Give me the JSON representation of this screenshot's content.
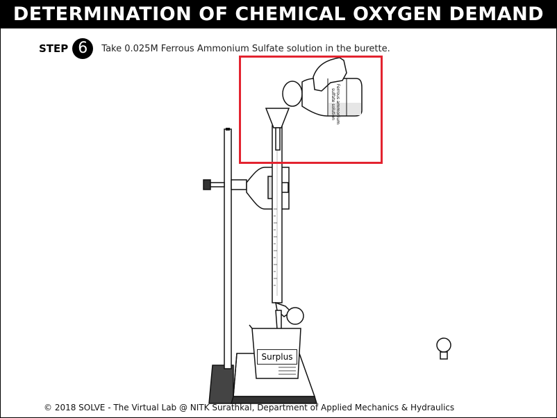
{
  "header": {
    "title": "DETERMINATION OF CHEMICAL OXYGEN DEMAND"
  },
  "step": {
    "label": "STEP",
    "number": "6",
    "instruction": "Take 0.025M Ferrous Ammonium Sulfate solution in the burette."
  },
  "bottle": {
    "label": "Ferrous ammonium sulfate solution"
  },
  "beaker": {
    "label": "Surplus"
  },
  "footer": {
    "text": "© 2018 SOLVE - The Virtual Lab @ NITK Surathkal, Department of Applied Mechanics & Hydraulics"
  },
  "colors": {
    "highlight": "#e3232f",
    "header_bg": "#000000",
    "header_text": "#ffffff"
  },
  "icons": [
    "hand-pouring-bottle-icon",
    "funnel-icon",
    "burette-stand-icon",
    "beaker-icon",
    "small-funnel-icon"
  ]
}
